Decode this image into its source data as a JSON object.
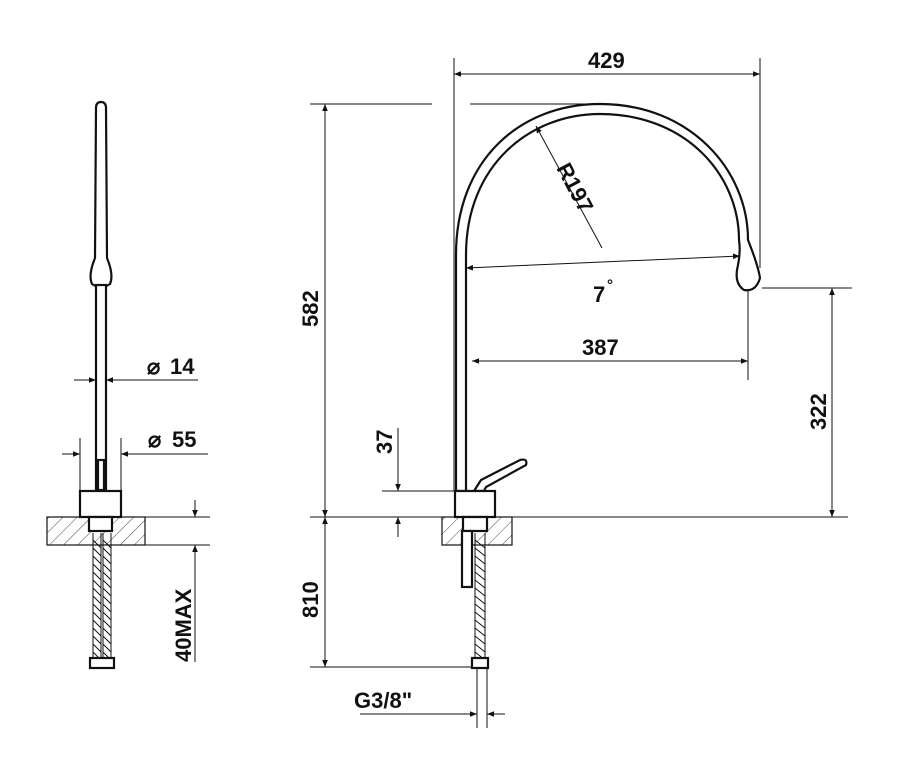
{
  "dimensions": {
    "dia_14": "14",
    "dia_55": "55",
    "depth_40max": "40MAX",
    "width_429": "429",
    "radius_197": "R197",
    "angle_7": "7",
    "reach_387": "387",
    "height_582": "582",
    "height_322": "322",
    "lever_37": "37",
    "hose_810": "810",
    "thread_g38": "G3/8\""
  },
  "symbols": {
    "diameter": "⌀",
    "degree": "°"
  },
  "colors": {
    "line": "#111111",
    "hatch": "#333333",
    "background": "#ffffff"
  }
}
